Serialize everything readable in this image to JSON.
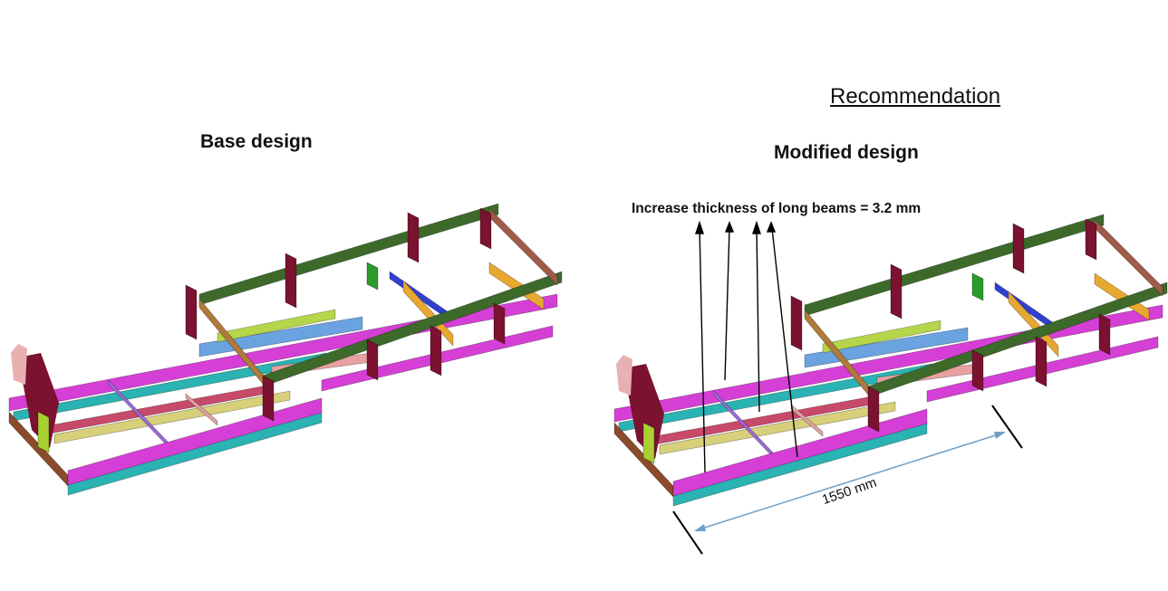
{
  "header": {
    "recommendation": "Recommendation"
  },
  "panels": {
    "base": {
      "title": "Base design"
    },
    "modified": {
      "title": "Modified design",
      "annotation": "Increase thickness of long beams = 3.2 mm",
      "dimension": "1550 mm"
    }
  },
  "colors": {
    "long_beam": "#d63fd6",
    "base_rail": "#2bb3b3",
    "top_rail": "#3d6a2a",
    "post": "#7a1230",
    "cross_yellow": "#d8cf7a",
    "cross_blue": "#6aa3e0",
    "dimension_line": "#6fa0c8"
  }
}
